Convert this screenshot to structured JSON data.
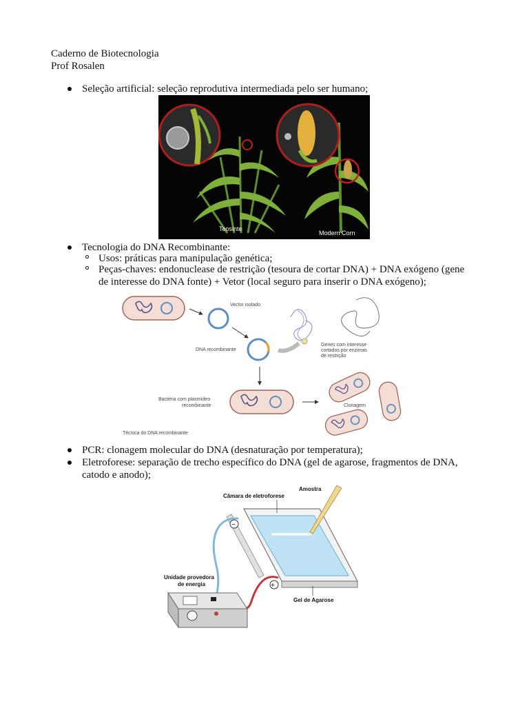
{
  "header": {
    "line1": "Caderno de Biotecnologia",
    "line2": "Prof Rosalen"
  },
  "items": {
    "selecao": "Seleção artificial: seleção reprodutiva intermediada pelo ser humano;",
    "dna": "Tecnologia do DNA Recombinante:",
    "usos": "Usos: práticas para manipulação genética;",
    "pecas_1": "Peças-chaves: endonuclease de restrição (tesoura de cortar DNA) + DNA exógeno (gene",
    "pecas_2": "de interesse do DNA fonte) + Vetor (local seguro para inserir o DNA exógeno);",
    "pcr": "PCR: clonagem molecular do DNA (desnaturação por temperatura);",
    "eletro_1": "Eletroforese: separação de trecho específico do DNA (gel de agarose, fragmentos de DNA,",
    "eletro_2": "catodo e anodo);"
  },
  "fig_corn": {
    "label_left": "Teosinte",
    "label_right": "Modern Corn"
  },
  "fig_dna": {
    "vetor": "Vector isolado",
    "recombinante": "DNA recombinante",
    "genes_1": "Genes com interesse",
    "genes_2": "cortados por enzimas",
    "genes_3": "de restrição",
    "bacteria_1": "Bactéria com plasmídeo",
    "bacteria_2": "recombinante",
    "clonagem": "Clonagem",
    "caption": "Técnica do DNA recombinante"
  },
  "fig_eletro": {
    "amostra": "Amostra",
    "camara": "Câmara de eletroforese",
    "unidade_1": "Unidade provedora",
    "unidade_2": "de energia",
    "gel": "Gel de Agarose",
    "minus": "−",
    "plus": "+"
  }
}
